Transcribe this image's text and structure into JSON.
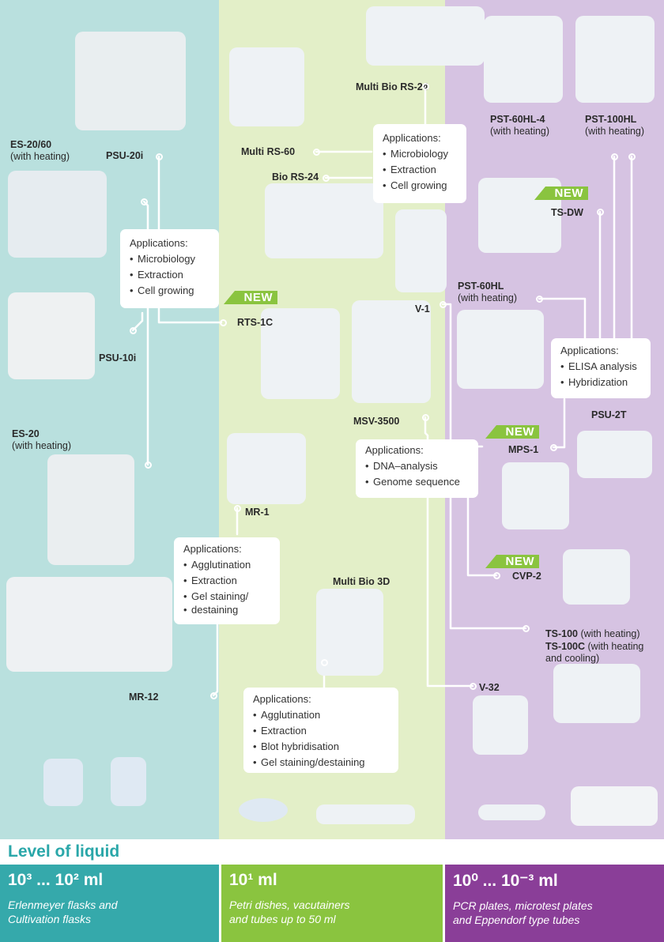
{
  "columns": {
    "left": {
      "color": "#b9e0de"
    },
    "middle": {
      "color": "#e3efc8"
    },
    "right": {
      "color": "#d6c3e2"
    }
  },
  "products": {
    "es2060": {
      "name": "ES-20/60",
      "note": "(with heating)"
    },
    "psu20i": {
      "name": "PSU-20i"
    },
    "psu10i": {
      "name": "PSU-10i"
    },
    "es20": {
      "name": "ES-20",
      "note": "(with heating)"
    },
    "mr12": {
      "name": "MR-12"
    },
    "rts1c": {
      "name": "RTS-1C"
    },
    "mr1": {
      "name": "MR-1"
    },
    "multibio3d": {
      "name": "Multi Bio 3D"
    },
    "multirs60": {
      "name": "Multi RS-60"
    },
    "biors24": {
      "name": "Bio RS-24"
    },
    "multibiors24": {
      "name": "Multi Bio RS-24"
    },
    "v1": {
      "name": "V-1"
    },
    "msv3500": {
      "name": "MSV-3500"
    },
    "v32": {
      "name": "V-32"
    },
    "pst60hl4": {
      "name": "PST-60HL-4",
      "note": "(with heating)"
    },
    "pst100hl": {
      "name": "PST-100HL",
      "note": "(with heating)"
    },
    "tsdw": {
      "name": "TS-DW"
    },
    "pst60hl": {
      "name": "PST-60HL",
      "note": "(with heating)"
    },
    "psu2t": {
      "name": "PSU-2T"
    },
    "mps1": {
      "name": "MPS-1"
    },
    "cvp2": {
      "name": "CVP-2"
    },
    "ts100": {
      "name": "TS-100",
      "note": " (with heating)"
    },
    "ts100c": {
      "name": "TS-100C",
      "note": " (with heating",
      "note2": "and cooling)"
    }
  },
  "new_label": "NEW",
  "applications": {
    "left": {
      "title": "Applications:",
      "items": [
        "Microbiology",
        "Extraction",
        "Cell growing"
      ]
    },
    "mid_top": {
      "title": "Applications:",
      "items": [
        "Microbiology",
        "Extraction",
        "Cell growing"
      ]
    },
    "mid_mr": {
      "title": "Applications:",
      "items": [
        "Agglutination",
        "Extraction",
        "Gel staining/",
        "destaining"
      ]
    },
    "mid_bot": {
      "title": "Applications:",
      "items": [
        "Agglutination",
        "Extraction",
        "Blot hybridisation",
        "Gel staining/destaining"
      ]
    },
    "dna": {
      "title": "Applications:",
      "items": [
        "DNA–analysis",
        "Genome sequence"
      ]
    },
    "elisa": {
      "title": "Applications:",
      "items": [
        "ELISA analysis",
        "Hybridization"
      ]
    }
  },
  "footer": {
    "title": "Level of liquid",
    "bands": [
      {
        "range": "10³ ... 10² ml",
        "desc": "Erlenmeyer flasks and\nCultivation flasks",
        "color": "#35a9ab"
      },
      {
        "range": "10¹ ml",
        "desc": "Petri dishes, vacutainers\nand tubes up to 50 ml",
        "color": "#8ac43f"
      },
      {
        "range": "10⁰ ... 10⁻³ ml",
        "desc": "PCR plates, microtest plates\nand Eppendorf type tubes",
        "color": "#8a3e98"
      }
    ]
  }
}
